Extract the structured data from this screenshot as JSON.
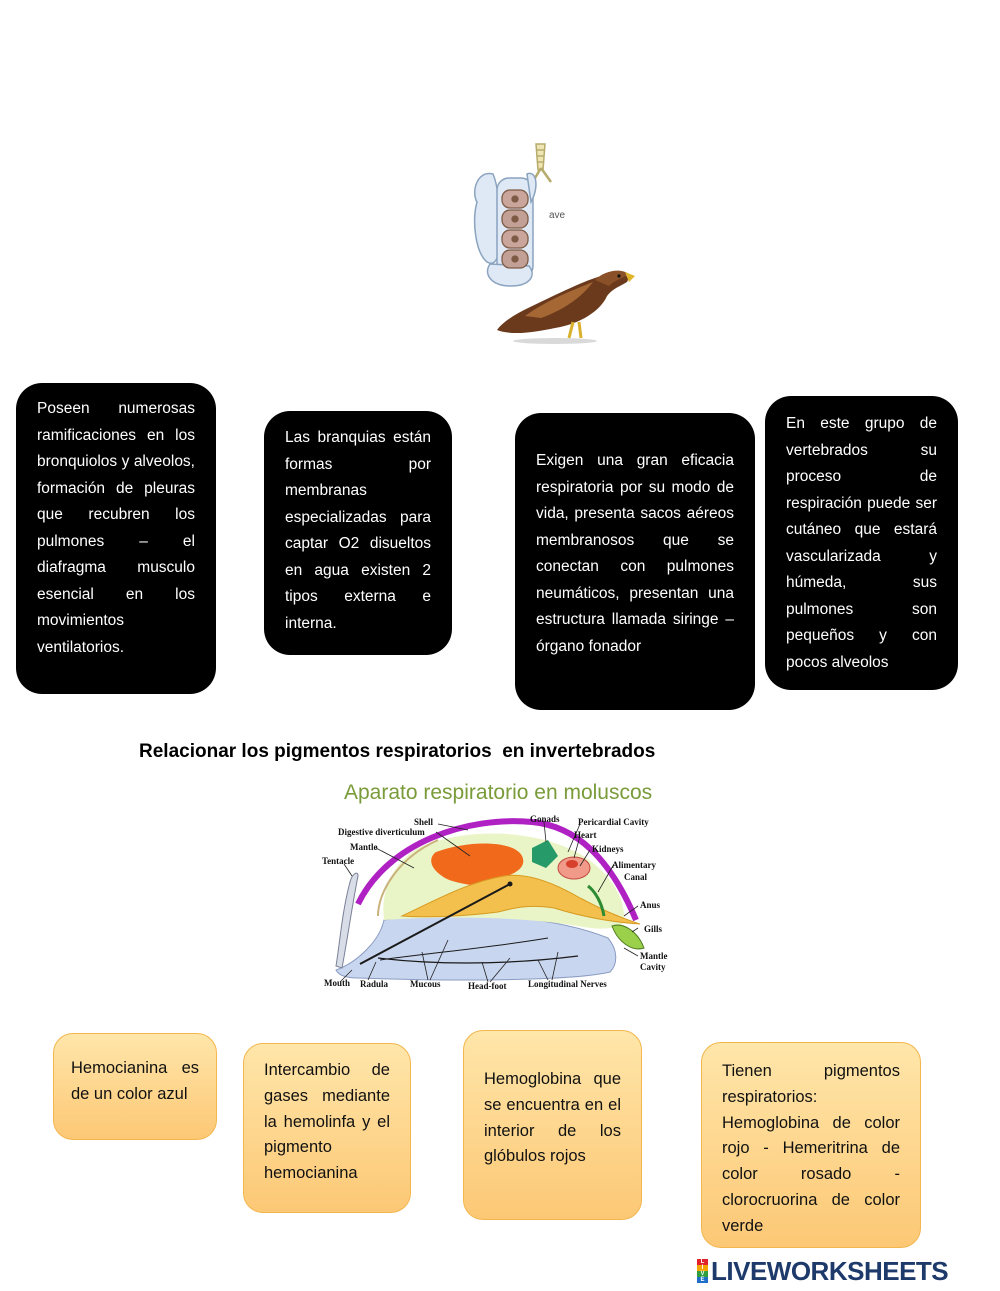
{
  "bird_figure": {
    "caption": "ave"
  },
  "vertebrate_boxes": [
    {
      "text": "Poseen numerosas ramificaciones en los bronquiolos y alveolos, formación de pleuras que recubren los pulmones – el diafragma musculo esencial en los movimientos ventilatorios."
    },
    {
      "text": "Las branquias están formas por membranas especializadas para captar O2 disueltos en agua existen 2 tipos externa e interna."
    },
    {
      "text": "Exigen una gran eficacia respiratoria por su modo de vida, presenta sacos aéreos membranosos que se conectan con pulmones neumáticos, presentan una estructura llamada siringe – órgano fonador"
    },
    {
      "text": "En este grupo de vertebrados su proceso de respiración puede ser cutáneo que estará vascularizada y húmeda, sus pulmones son pequeños y con pocos alveolos"
    }
  ],
  "section_heading": "Relacionar los pigmentos respiratorios  en invertebrados",
  "mollusc_figure": {
    "title": "Aparato respiratorio en moluscos",
    "labels": {
      "shell": "Shell",
      "digestive": "Digestive diverticulum",
      "mantle": "Mantle",
      "tentacle": "Tentacle",
      "gonads": "Gonads",
      "pericardial": "Pericardial Cavity",
      "heart": "Heart",
      "kidneys": "Kidneys",
      "alimentary1": "Alimentary",
      "alimentary2": "Canal",
      "anus": "Anus",
      "gills": "Gills",
      "mantle_cavity1": "Mantle",
      "mantle_cavity2": "Cavity",
      "mouth": "Mouth",
      "radula": "Radula",
      "mucous": "Mucous",
      "headfoot": "Head-foot",
      "nerves": "Longitudinal Nerves"
    }
  },
  "pigment_boxes": [
    {
      "text": "Hemocianina es de un color azul"
    },
    {
      "text": "Intercambio de gases mediante la hemolinfa y el pigmento hemocianina"
    },
    {
      "text": "Hemoglobina que se encuentra en el interior de los glóbulos rojos"
    },
    {
      "text": "Tienen pigmentos respiratorios: Hemoglobina de color rojo - Hemeritrina de color rosado - clorocruorina de color verde"
    }
  ],
  "footer": {
    "logo_letters": [
      "L",
      "I",
      "V",
      "E"
    ],
    "brand": "LIVEWORKSHEETS",
    "colors": {
      "brand_text": "#1d3a6b",
      "logo_l": "#e2222a",
      "logo_i": "#f4a300",
      "logo_v": "#2e9e3e",
      "logo_e": "#1f6fc9"
    }
  }
}
